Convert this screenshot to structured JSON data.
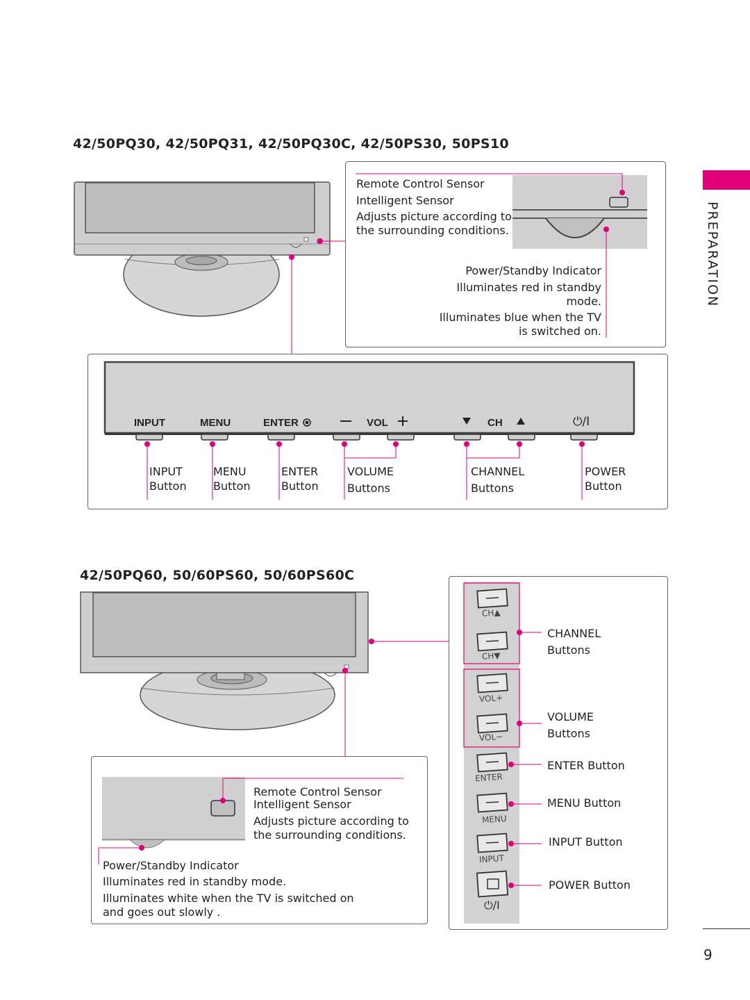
{
  "section_tab": "PREPARATION",
  "page_number": "9",
  "colors": {
    "accent": "#e0007a",
    "tv_silver": "#c8c8c8",
    "screen": "#bdbdbd",
    "frame": "#555555"
  },
  "model_group_1": {
    "title": "42/50PQ30, 42/50PQ31, 42/50PQ30C, 42/50PS30, 50PS10",
    "sensor_title_line1": "Remote Control Sensor",
    "sensor_title_line2": "Intelligent Sensor",
    "sensor_desc_line1": "Adjusts picture according to",
    "sensor_desc_line2": "the surrounding conditions.",
    "indicator_title": "Power/Standby Indicator",
    "indicator_desc_1a": "Illuminates red in standby",
    "indicator_desc_1b": "mode.",
    "indicator_desc_2a": "Illuminates blue when the TV",
    "indicator_desc_2b": "is switched on.",
    "panel_labels": {
      "input": "INPUT",
      "menu": "MENU",
      "enter": "ENTER",
      "vol": "VOL",
      "ch": "CH",
      "power_symbol": "⏻/I"
    },
    "callouts": [
      {
        "title": "INPUT",
        "sub": "Button"
      },
      {
        "title": "MENU",
        "sub": "Button"
      },
      {
        "title": "ENTER",
        "sub": "Button"
      },
      {
        "title": "VOLUME",
        "sub": "Buttons"
      },
      {
        "title": "CHANNEL",
        "sub": "Buttons"
      },
      {
        "title": "POWER",
        "sub": "Button"
      }
    ]
  },
  "model_group_2": {
    "title": "42/50PQ60, 50/60PS60, 50/60PS60C",
    "sensor_title_line1": "Remote Control Sensor",
    "sensor_title_line2": "Intelligent Sensor",
    "sensor_desc_line1": "Adjusts picture according to",
    "sensor_desc_line2": "the surrounding conditions.",
    "indicator_title": "Power/Standby Indicator",
    "indicator_desc_1": "Illuminates red in standby mode.",
    "indicator_desc_2a": "Illuminates white when the TV is switched on",
    "indicator_desc_2b": "and goes out slowly .",
    "side_labels": {
      "ch_up": "CH▲",
      "ch_down": "CH▼",
      "vol_up": "VOL+",
      "vol_down": "VOL−",
      "enter": "ENTER",
      "menu": "MENU",
      "input": "INPUT",
      "power": "⏻/I"
    },
    "callouts": {
      "channel_title": "CHANNEL",
      "channel_sub": "Buttons",
      "volume_title": "VOLUME",
      "volume_sub": "Buttons",
      "enter": "ENTER Button",
      "menu": "MENU Button",
      "input": "INPUT Button",
      "power": "POWER Button"
    }
  }
}
